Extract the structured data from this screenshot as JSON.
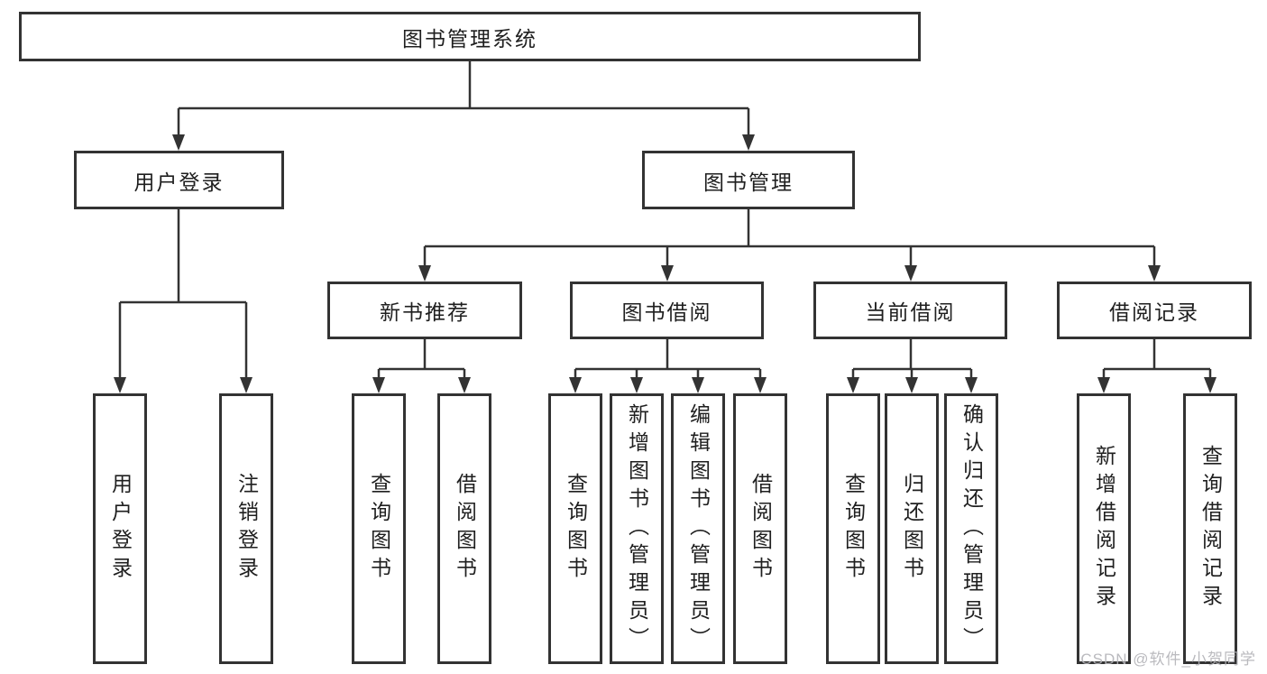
{
  "diagram_type": "function-tree",
  "colors": {
    "line": "#333333",
    "node_border": "#333333",
    "node_fill": "#ffffff",
    "text": "#1f1f1f",
    "watermark": "#b3b3b8",
    "background": "#ffffff"
  },
  "watermark": "CSDN @软件_小贺同学",
  "tree": {
    "root": {
      "label": "图书管理系统",
      "children": [
        {
          "label": "用户登录",
          "children": [
            {
              "label": "用户登录"
            },
            {
              "label": "注销登录"
            }
          ]
        },
        {
          "label": "图书管理",
          "children": [
            {
              "label": "新书推荐",
              "children": [
                {
                  "label": "查询图书"
                },
                {
                  "label": "借阅图书"
                }
              ]
            },
            {
              "label": "图书借阅",
              "children": [
                {
                  "label": "查询图书"
                },
                {
                  "label": "新增图书（管理员）"
                },
                {
                  "label": "编辑图书（管理员）"
                },
                {
                  "label": "借阅图书"
                }
              ]
            },
            {
              "label": "当前借阅",
              "children": [
                {
                  "label": "查询图书"
                },
                {
                  "label": "归还图书"
                },
                {
                  "label": "确认归还（管理员）"
                }
              ]
            },
            {
              "label": "借阅记录",
              "children": [
                {
                  "label": "新增借阅记录"
                },
                {
                  "label": "查询借阅记录"
                }
              ]
            }
          ]
        }
      ]
    }
  }
}
